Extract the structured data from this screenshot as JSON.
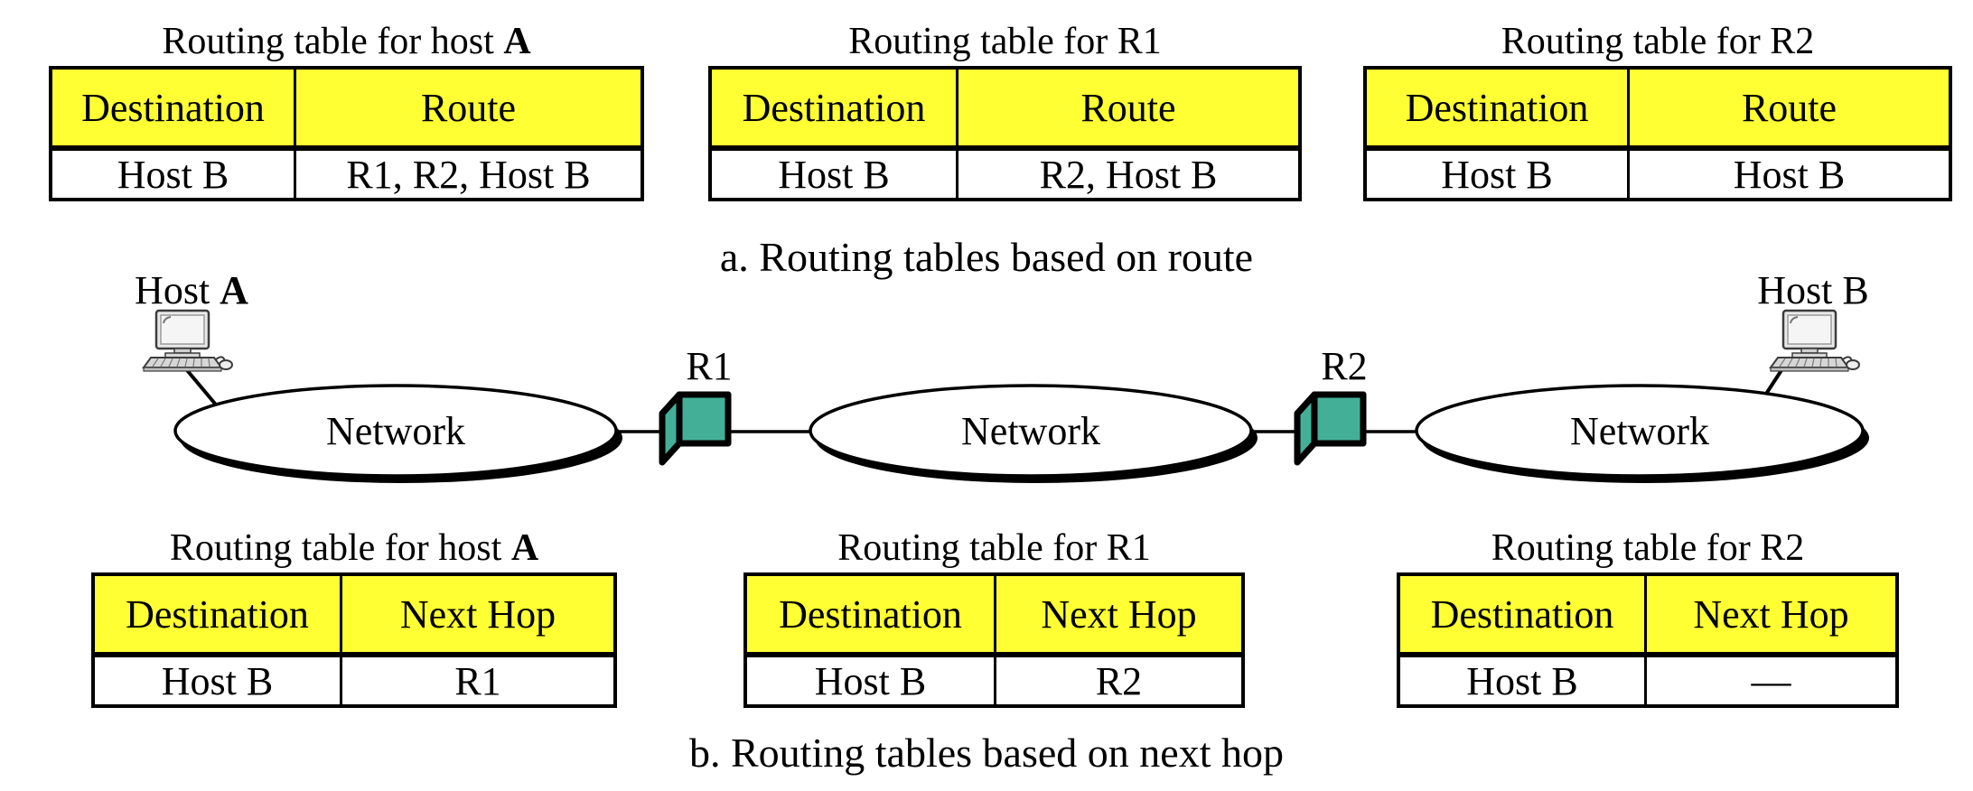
{
  "section_a": {
    "caption": "a. Routing tables based on route",
    "tables": [
      {
        "title_main": "Routing table for host ",
        "title_bold": "A",
        "col1": "Destination",
        "col2": "Route",
        "cell1": "Host B",
        "cell2": "R1, R2, Host B"
      },
      {
        "title_main": "Routing table for R1",
        "title_bold": "",
        "col1": "Destination",
        "col2": "Route",
        "cell1": "Host B",
        "cell2": "R2, Host B"
      },
      {
        "title_main": "Routing table for R2",
        "title_bold": "",
        "col1": "Destination",
        "col2": "Route",
        "cell1": "Host B",
        "cell2": "Host B"
      }
    ]
  },
  "section_b": {
    "caption": "b. Routing tables based on next hop",
    "tables": [
      {
        "title_main": "Routing table for host ",
        "title_bold": "A",
        "col1": "Destination",
        "col2": "Next Hop",
        "cell1": "Host B",
        "cell2": "R1"
      },
      {
        "title_main": "Routing table for R1",
        "title_bold": "",
        "col1": "Destination",
        "col2": "Next Hop",
        "cell1": "Host B",
        "cell2": "R2"
      },
      {
        "title_main": "Routing table for R2",
        "title_bold": "",
        "col1": "Destination",
        "col2": "Next Hop",
        "cell1": "Host B",
        "cell2": "—"
      }
    ]
  },
  "diagram": {
    "host_a_main": "Host ",
    "host_a_bold": "A",
    "host_b": "Host B",
    "router1": "R1",
    "router2": "R2",
    "network1": "Network",
    "network2": "Network",
    "network3": "Network",
    "colors": {
      "table_header": "#FFFF33",
      "router_fill": "#44AF97",
      "line": "#000000"
    }
  }
}
